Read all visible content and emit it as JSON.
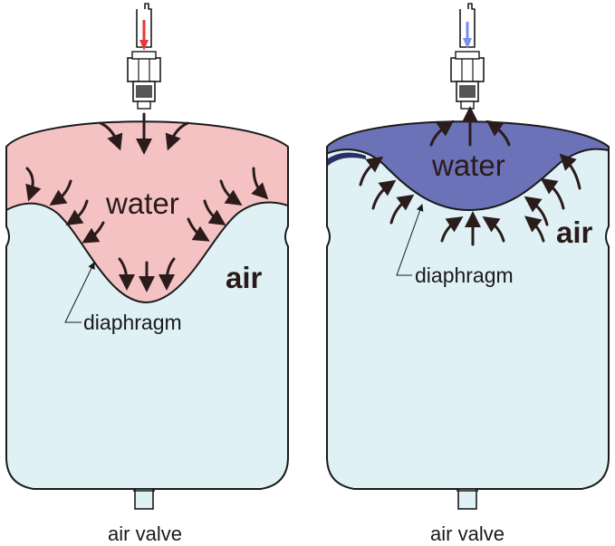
{
  "colors": {
    "water_left": "#f5c2c4",
    "water_right": "#6c72b8",
    "air": "#dff1f5",
    "outline": "#1a1a1a",
    "arrow": "#2b1b1b",
    "inlet_left": "#e23b3b",
    "inlet_right": "#7b8ee8"
  },
  "tanks": [
    {
      "id": "left",
      "state": "filling",
      "labels": {
        "water": "water",
        "air": "air",
        "diaphragm": "diaphragm",
        "valve": "air valve"
      }
    },
    {
      "id": "right",
      "state": "discharging",
      "labels": {
        "water": "water",
        "air": "air",
        "diaphragm": "diaphragm",
        "valve": "air valve"
      }
    }
  ],
  "icons": {
    "arrow": "curved-flow-arrow-icon",
    "pipe": "inlet-pipe-icon",
    "fitting": "hex-fitting-icon"
  }
}
